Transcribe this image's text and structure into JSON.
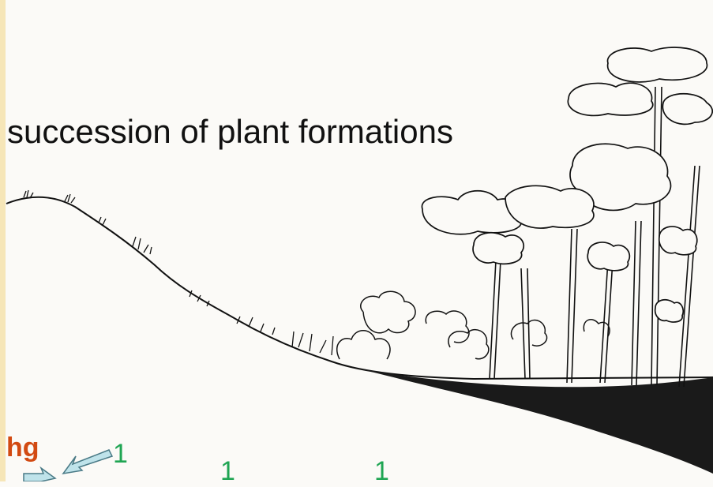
{
  "title": "succession of plant formations",
  "labels": {
    "hg": "hg",
    "marker_1": "1",
    "marker_2": "1",
    "marker_3": "1"
  },
  "colors": {
    "hg": "#d24a12",
    "markers": "#1fa553",
    "arrow_fill": "#bfe3ea",
    "arrow_stroke": "#4a7a86",
    "ink": "#111111"
  }
}
